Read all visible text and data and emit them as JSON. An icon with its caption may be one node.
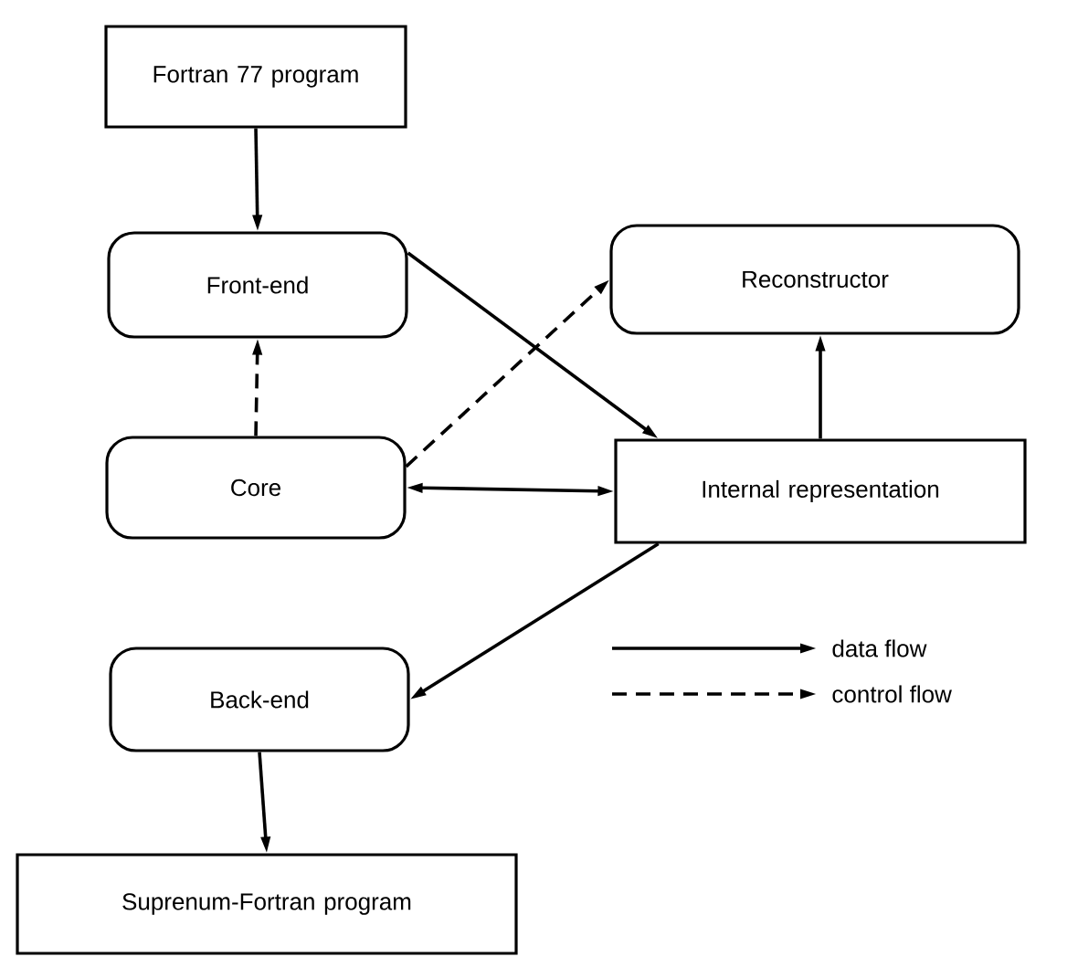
{
  "diagram": {
    "nodes": [
      {
        "text": [
          "Fortran 77 program"
        ]
      },
      {
        "text": [
          "Front-end"
        ]
      },
      {
        "text": [
          "Reconstructor"
        ]
      },
      {
        "text": [
          "Core"
        ]
      },
      {
        "text": [
          "Internal representation"
        ]
      },
      {
        "text": [
          "Back-end"
        ]
      },
      {
        "text": [
          "Suprenum-Fortran program"
        ]
      }
    ],
    "edges": [
      {
        "from": 0,
        "to": 1,
        "arrow": "to"
      },
      {
        "from": 3,
        "to": 1,
        "arrow": "to",
        "style": "dashed"
      },
      {
        "from": 3,
        "to": 2,
        "arrow": "to",
        "style": "dashed"
      },
      {
        "from": 1,
        "to": 4,
        "arrow": "to"
      },
      {
        "from": 3,
        "to": 4,
        "arrow": "both"
      },
      {
        "from": 4,
        "to": 5,
        "arrow": "to"
      },
      {
        "from": 4,
        "to": 2,
        "arrow": "to"
      },
      {
        "from": 5,
        "to": 6,
        "arrow": "to"
      }
    ],
    "legend": [
      {
        "text": "data flow"
      },
      {
        "text": "control flow"
      }
    ]
  }
}
